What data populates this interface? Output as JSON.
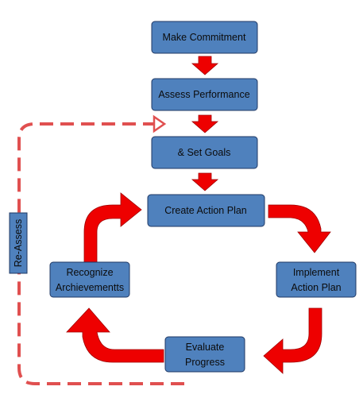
{
  "boxes": {
    "make_commitment": "Make Commitment",
    "assess_performance": "Assess Performance",
    "set_goals": "& Set Goals",
    "create_action_plan": "Create Action Plan",
    "implement_line1": "Implement",
    "implement_line2": "Action Plan",
    "evaluate_line1": "Evaluate",
    "evaluate_line2": "Progress",
    "recognize_line1": "Recognize",
    "recognize_line2": "Archievementts"
  },
  "side_label": "Re-Assess",
  "colors": {
    "box_fill": "#4f81bd",
    "box_stroke": "#1f3864",
    "arrow": "#ee0000",
    "dashed_line": "#e05050"
  }
}
